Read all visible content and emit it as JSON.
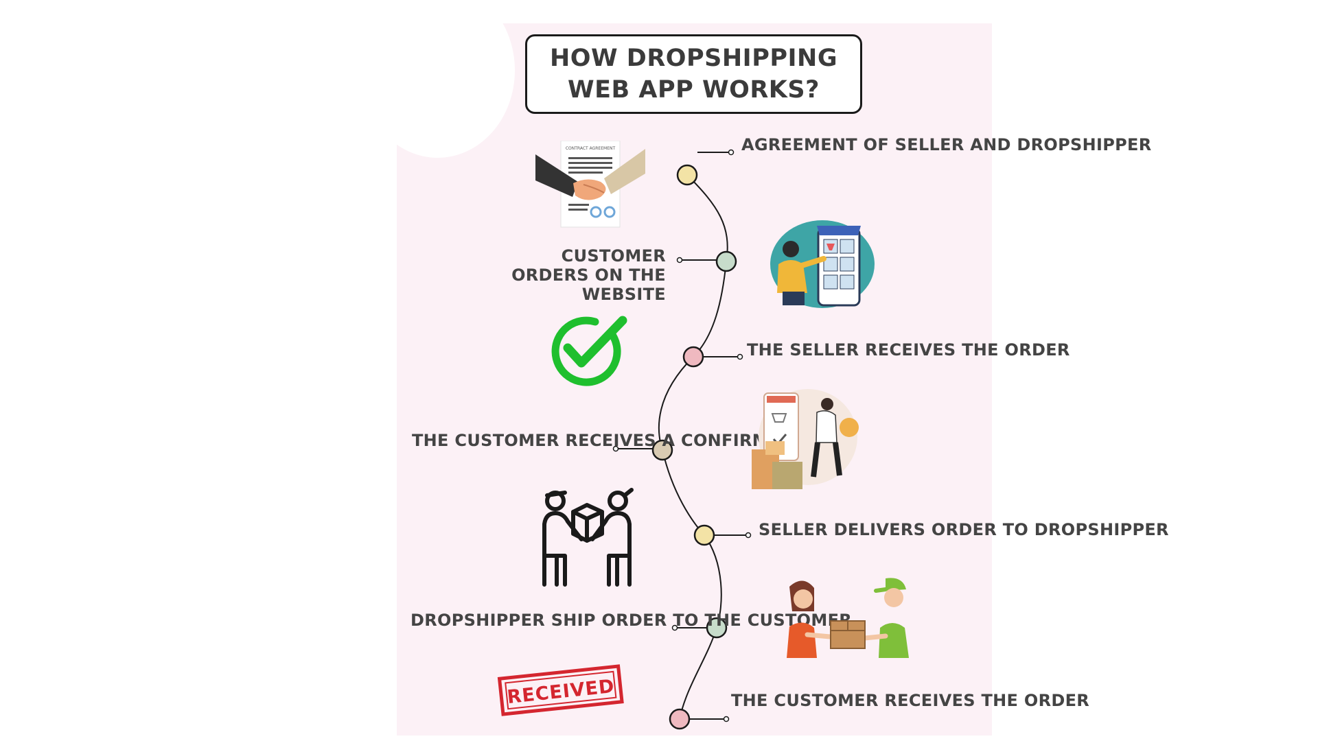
{
  "title": "HOW DROPSHIPPING WEB APP WORKS?",
  "steps": [
    {
      "text": "AGREEMENT OF SELLER AND DROPSHIPPER",
      "node_color": "#f3e3a6"
    },
    {
      "text": "CUSTOMER ORDERS ON THE WEBSITE",
      "node_color": "#c7dccb"
    },
    {
      "text": "THE SELLER RECEIVES THE ORDER",
      "node_color": "#efb9c0"
    },
    {
      "text": "THE CUSTOMER RECEIVES A CONFIRMATION",
      "node_color": "#d9cbb3"
    },
    {
      "text": "SELLER DELIVERS ORDER TO DROPSHIPPER",
      "node_color": "#f3e3a6"
    },
    {
      "text": "DROPSHIPPER SHIP ORDER TO THE CUSTOMER",
      "node_color": "#c7dccb"
    },
    {
      "text": "THE CUSTOMER RECEIVES THE ORDER",
      "node_color": "#efb9c0"
    }
  ],
  "illustrations": {
    "contract_doc_text": "CONTRACT AGREEMENT",
    "stamp_text": "RECEIVED",
    "check_color": "#1fbf2e",
    "stamp_color": "#d4262f"
  }
}
